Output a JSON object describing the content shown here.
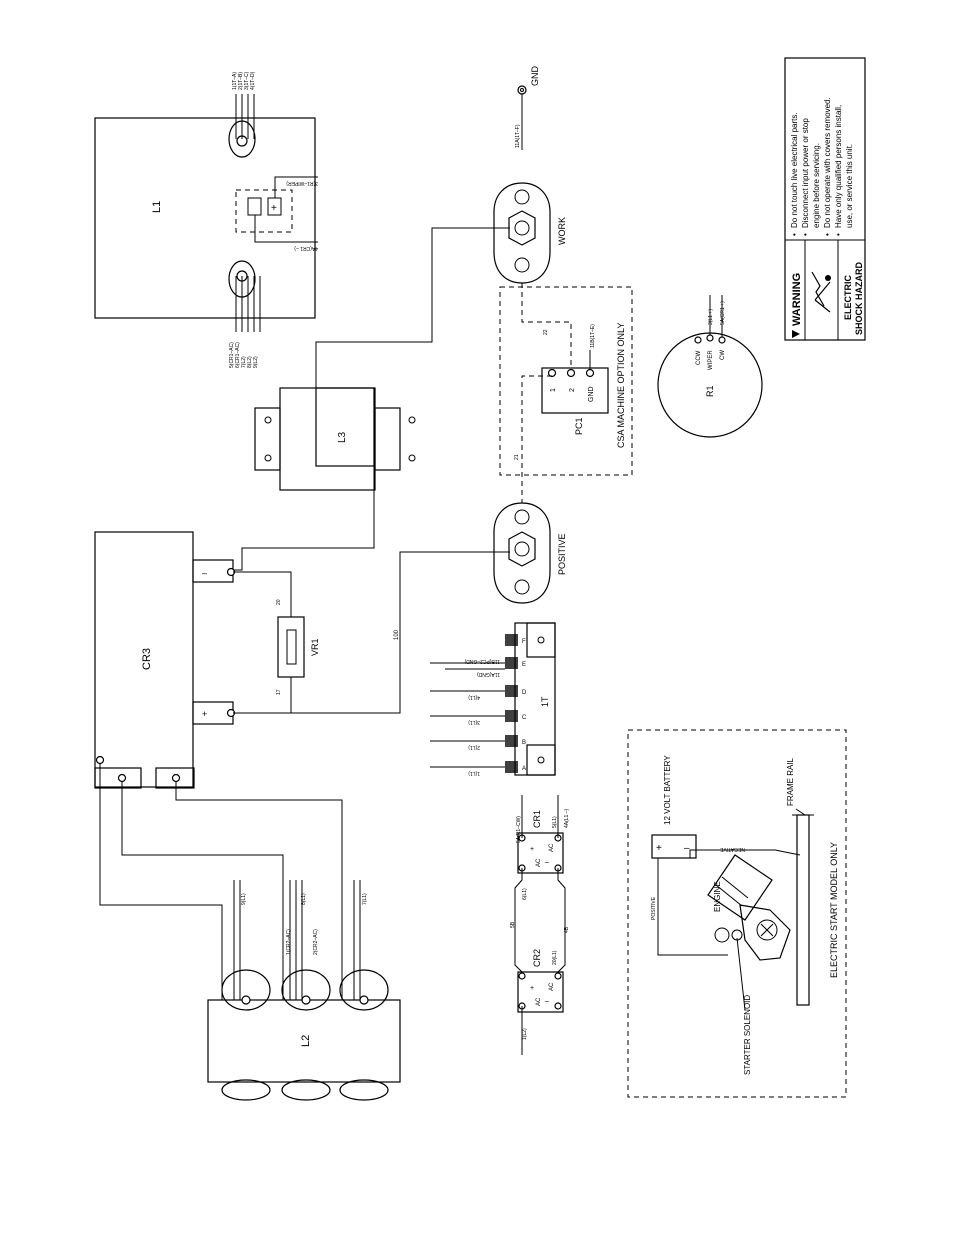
{
  "components": {
    "l1": "L1",
    "l2": "L2",
    "l3": "L3",
    "cr3": "CR3",
    "vr1": "VR1",
    "pc1": "PC1",
    "r1": "R1",
    "cr1": "CR1",
    "cr2": "CR2",
    "t1": "1T",
    "work": "WORK",
    "positive": "POSITIVE",
    "gnd": "GND"
  },
  "csa_label": "CSA MACHINE OPTION ONLY",
  "pc1_pins": [
    "1",
    "2",
    "GND"
  ],
  "r1_pins": [
    "CCW",
    "WIPER",
    "CW"
  ],
  "r1_wires": [
    "3(L1 +)",
    "5A(CR1 +)"
  ],
  "l1_top_wires": [
    "1(1T–A)",
    "2(1T–B)",
    "3(1T–C)",
    "4(1T–D)"
  ],
  "l1_bottom_wires": [
    "5(CR1–AC)",
    "6(CR1–AC)",
    "7(L2)",
    "8(L2)",
    "9(L2)"
  ],
  "l1_inner_wires": [
    "3(R1–WIPER)",
    "4A(CR1 –)"
  ],
  "gnd_wire": "11A(1T–F)",
  "pc1_wires": [
    "22",
    "11B(1T–E)",
    "21"
  ],
  "terminal_letters": [
    "A",
    "B",
    "C",
    "D",
    "E",
    "F"
  ],
  "terminal_wires": [
    "1(L1)",
    "2(L1)",
    "3(L1)",
    "4(L1)",
    "11A(GND)",
    "11B(PC2–GND)"
  ],
  "cr3_marks": [
    "–",
    "+"
  ],
  "vr1_wires": [
    "20",
    "17"
  ],
  "positive_wire": "100",
  "l2_wires": [
    "9(L1)",
    "8(L1)",
    "1(CR2–AC)",
    "2(CR2–AC)",
    "7(L1)"
  ],
  "cr1_wires": [
    "5A(R1–CW)",
    "5(L1)",
    "4A(L1 –)",
    "6(L1)",
    "5B"
  ],
  "cr2_wires": [
    "20(L1)",
    "4B",
    "1(L2)"
  ],
  "bridge_marks": [
    "AC",
    "AC",
    "+",
    "–"
  ],
  "electric_start": {
    "title": "ELECTRIC START MODEL ONLY",
    "battery": "12 VOLT BATTERY",
    "frame_rail": "FRAME RAIL",
    "engine": "ENGINE",
    "starter": "STARTER SOLENOID",
    "positive": "POSITIVE",
    "negative": "NEGATIVE",
    "plus": "+",
    "minus": "–"
  },
  "warning": {
    "title": "WARNING",
    "subtitle_line1": "ELECTRIC",
    "subtitle_line2": "SHOCK HAZARD",
    "items": [
      "Do not touch live electrical parts.",
      "Disconnect input power or stop",
      "engine before servicing.",
      "Do not operate with covers removed.",
      "Have only qualified persons install,",
      "use, or service this unit."
    ]
  }
}
